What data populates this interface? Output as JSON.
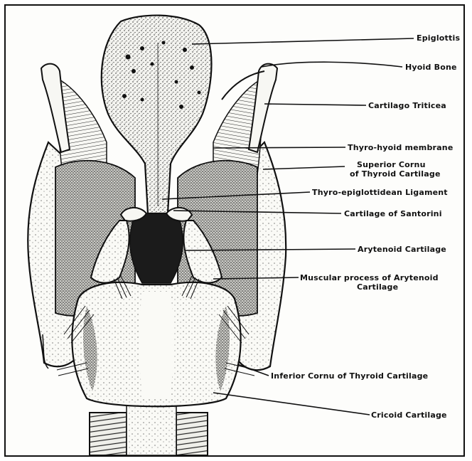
{
  "figure": {
    "ink_color": "#111111",
    "paper_color": "#fdfdfb",
    "labels": {
      "epiglottis": "Epiglottis",
      "hyoid_bone": "Hyoid Bone",
      "cartilago_triticea": "Cartilago Triticea",
      "thyro_hyoid_membrane": "Thyro-hyoid membrane",
      "superior_cornu_line1": "Superior Cornu",
      "superior_cornu_line2": "of Thyroid Cartilage",
      "thyro_epiglottidean_ligament": "Thyro-epiglottidean Ligament",
      "cartilage_of_santorini": "Cartilage of Santorini",
      "arytenoid_cartilage": "Arytenoid Cartilage",
      "muscular_process_line1": "Muscular process of Arytenoid",
      "muscular_process_line2": "Cartilage",
      "inferior_cornu": "Inferior Cornu of Thyroid Cartilage",
      "cricoid_cartilage": "Cricoid Cartilage"
    }
  }
}
